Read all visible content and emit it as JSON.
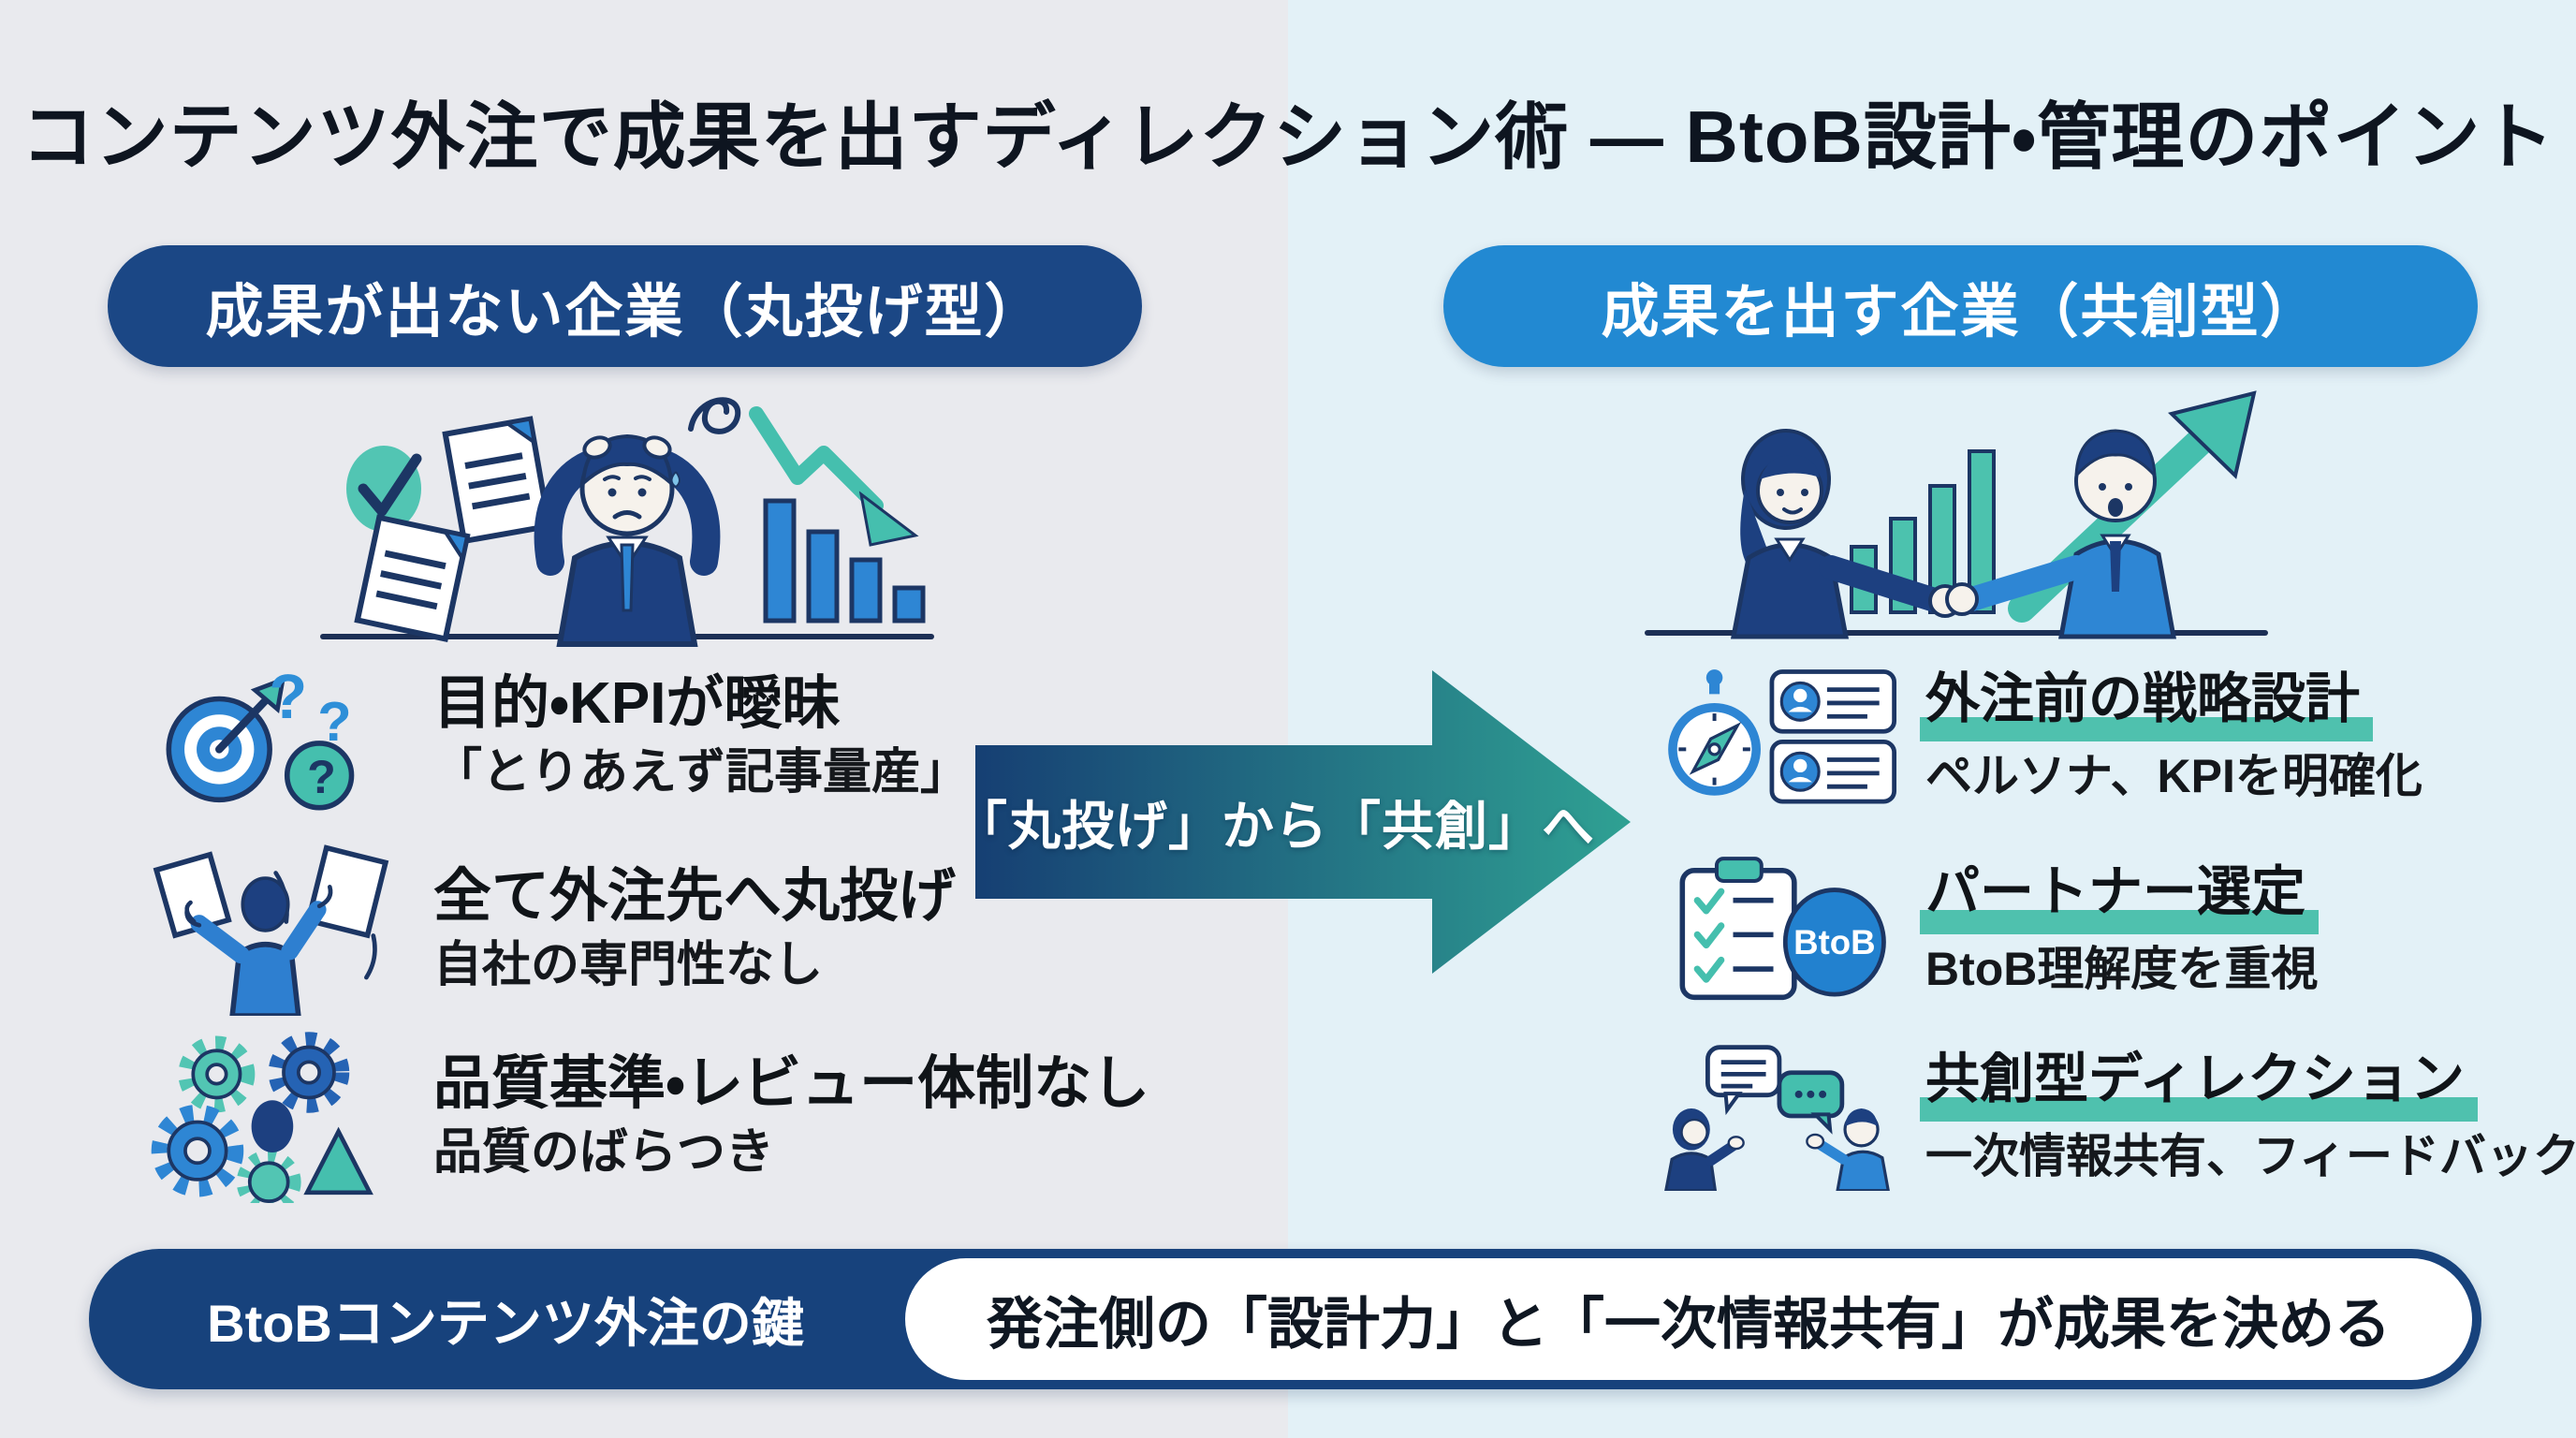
{
  "title": "コンテンツ外注で成果を出すディレクション術 ― BtoB設計・管理のポイント",
  "left_panel": {
    "header": "成果が出ない企業（丸投げ型）",
    "items": [
      {
        "heading": "目的・KPIが曖昧",
        "sub": "「とりあえず記事量産」"
      },
      {
        "heading": "全て外注先へ丸投げ",
        "sub": "自社の専門性なし"
      },
      {
        "heading": "品質基準・レビュー体制なし",
        "sub": "品質のばらつき"
      }
    ]
  },
  "transition_arrow": {
    "label": "「丸投げ」から「共創」へ"
  },
  "right_panel": {
    "header": "成果を出す企業（共創型）",
    "items": [
      {
        "heading": "外注前の戦略設計",
        "sub": "ペルソナ、KPIを明確化"
      },
      {
        "heading": "パートナー選定",
        "sub": "BtoB理解度を重視",
        "badge": "BtoB"
      },
      {
        "heading": "共創型ディレクション",
        "sub": "一次情報共有、フィードバック"
      }
    ]
  },
  "footer": {
    "label": "BtoBコンテンツ外注の鍵",
    "message": "発注側の「設計力」と「一次情報共有」が成果を決める"
  },
  "colors": {
    "navy": "#1b4785",
    "bright_blue": "#2289d2",
    "icon_blue": "#2e86d4",
    "teal": "#45bfae",
    "highlight": "#4fc1ae",
    "left_bg": "#e9eaee",
    "right_bg": "#e3f1f7",
    "text_dark": "#101418"
  }
}
